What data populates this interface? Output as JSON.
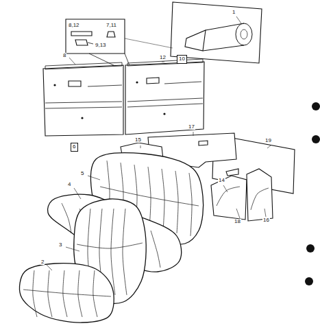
{
  "diagram": {
    "nodes": [
      {
        "text": [
          "10"
        ]
      },
      {
        "text": [
          "6"
        ]
      }
    ],
    "labels": [
      "1",
      "8,12",
      "7,11",
      "9,13",
      "8",
      "12",
      "15",
      "17",
      "19",
      "5",
      "4",
      "14",
      "3",
      "18",
      "16",
      "2"
    ]
  }
}
